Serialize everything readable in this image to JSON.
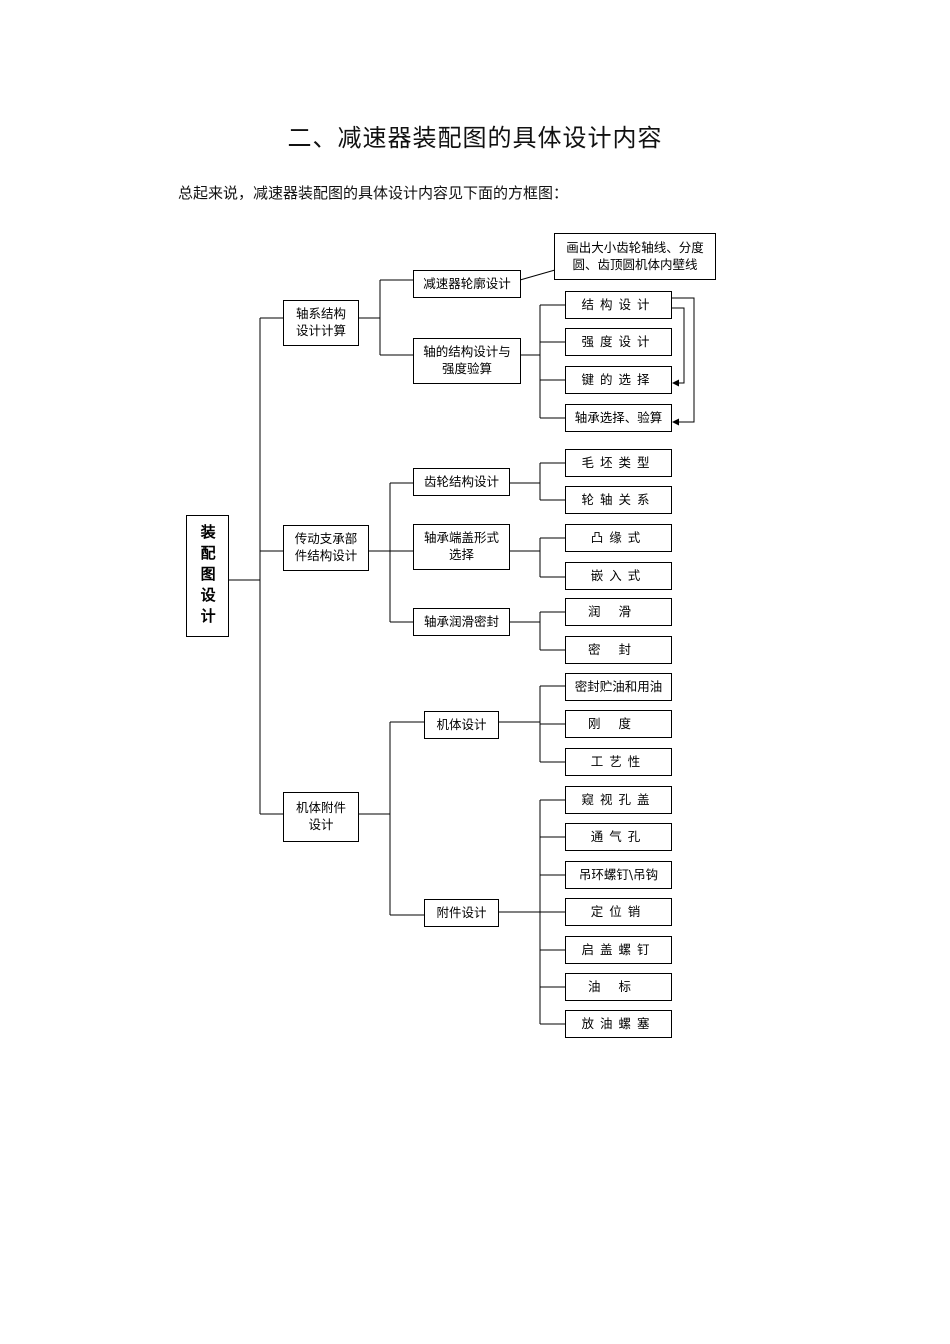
{
  "document": {
    "title": "二、减速器装配图的具体设计内容",
    "intro": "总起来说，减速器装配图的具体设计内容见下面的方框图："
  },
  "diagram": {
    "root": "装配图设计",
    "groups": [
      {
        "label": "轴系结构设计计算"
      },
      {
        "label": "传动支承部件结构设计"
      },
      {
        "label": "机体附件设计"
      }
    ],
    "sub": {
      "s1": "减速器轮廓设计",
      "s2": "轴的结构设计与强度验算",
      "s3": "齿轮结构设计",
      "s4": "轴承端盖形式选择",
      "s5": "轴承润滑密封",
      "s6": "机体设计",
      "s7": "附件设计"
    },
    "leaves": {
      "l0": "画出大小齿轮轴线、分度圆、齿顶圆机体内壁线",
      "l1": "结构设计",
      "l2": "强度设计",
      "l3": "键的选择",
      "l4": "轴承选择、验算",
      "l5": "毛坯类型",
      "l6": "轮轴关系",
      "l7": "凸缘式",
      "l8": "嵌入式",
      "l9": "润滑",
      "l10": "密封",
      "l11": "密封贮油和用油",
      "l12": "刚度",
      "l13": "工艺性",
      "l14": "窥视孔盖",
      "l15": "通气孔",
      "l16": "吊环螺钉\\吊钩",
      "l17": "定位销",
      "l18": "启盖螺钉",
      "l19": "油标",
      "l20": "放油螺塞"
    }
  }
}
